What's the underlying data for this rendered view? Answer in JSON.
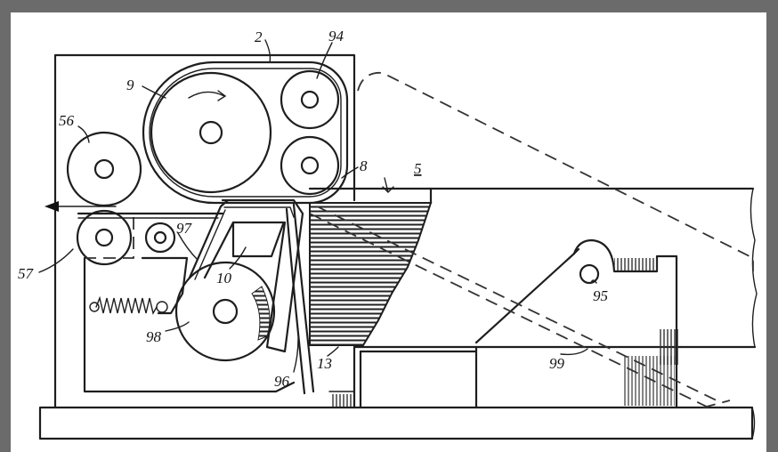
{
  "figure": {
    "border_color": "#6b6b6b",
    "labels": {
      "l2": "2",
      "l94": "94",
      "l9": "9",
      "l56": "56",
      "l8": "8",
      "l5": "5",
      "l97": "97",
      "l57": "57",
      "l10": "10",
      "l95": "95",
      "l98": "98",
      "l99": "99",
      "l13": "13",
      "l96": "96"
    }
  }
}
